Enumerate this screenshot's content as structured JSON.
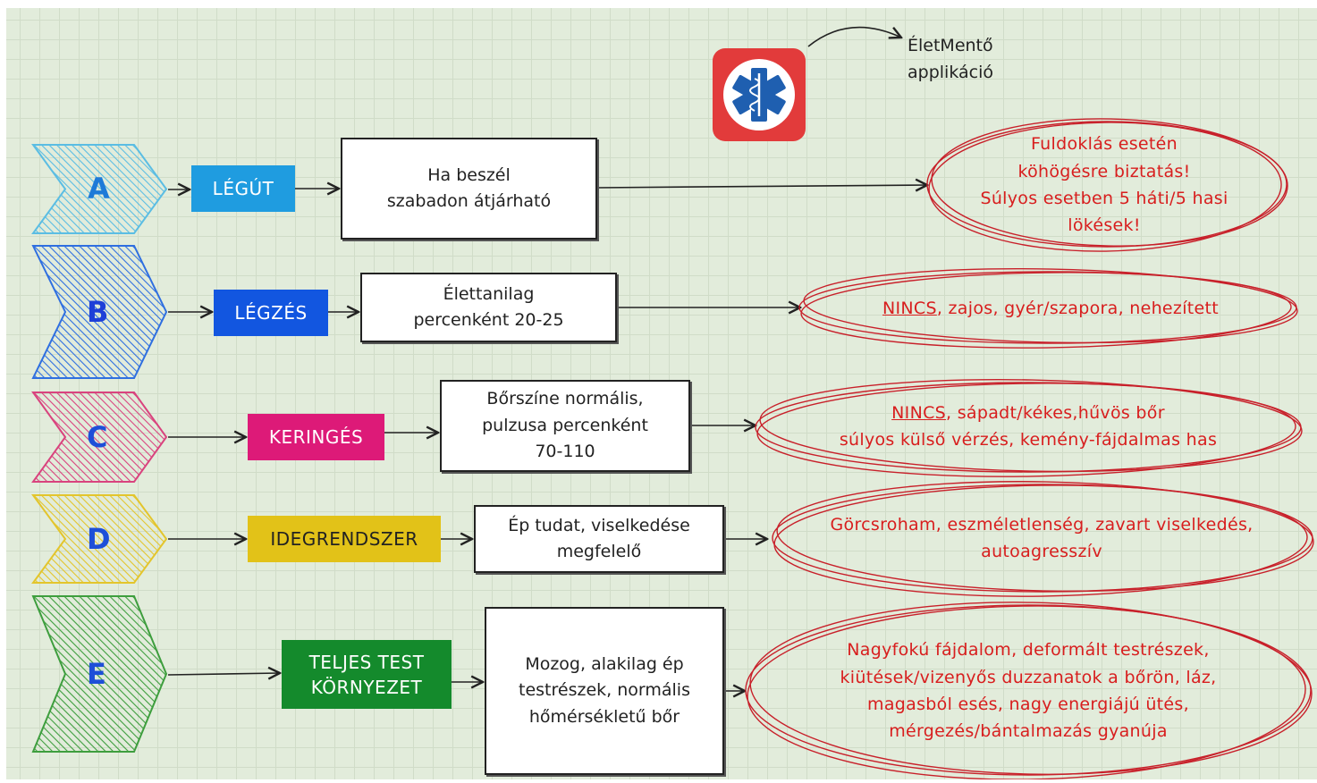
{
  "app": {
    "label_line1": "ÉletMentő",
    "label_line2": "applikáció",
    "logo_icon": "star-of-life-icon",
    "logo_color": "#e23b3b"
  },
  "rows": [
    {
      "id": "a",
      "letter": "A",
      "letter_color": "#1e7ad8",
      "chevron_color": "#5bbde3",
      "category_lines": [
        "LÉGÚT"
      ],
      "category_color": "#1f9ce0",
      "normal_lines": [
        "Ha beszél",
        "szabadon átjárható"
      ],
      "warning_lines": [
        "Fuldoklás esetén",
        "köhögésre biztatás!",
        "Súlyos esetben 5 háti/5 hasi",
        "lökések!"
      ],
      "warning_underlined": ""
    },
    {
      "id": "b",
      "letter": "B",
      "letter_color": "#1e3fd8",
      "chevron_color": "#2f6fe0",
      "category_lines": [
        "LÉGZÉS"
      ],
      "category_color": "#1256e0",
      "normal_lines": [
        "Élettanilag",
        "percenként 20-25"
      ],
      "warning_lines": [
        ", zajos, gyér/szapora, nehezített"
      ],
      "warning_underlined": "NINCS"
    },
    {
      "id": "c",
      "letter": "C",
      "letter_color": "#1e4fd8",
      "chevron_color": "#d9437e",
      "category_lines": [
        "KERINGÉS"
      ],
      "category_color": "#dd1a78",
      "normal_lines": [
        "Bőrszíne normális,",
        "pulzusa percenként",
        "70-110"
      ],
      "warning_lines": [
        ", sápadt/kékes,hűvös bőr",
        "súlyos külső vérzés, kemény-fájdalmas has"
      ],
      "warning_underlined": "NINCS"
    },
    {
      "id": "d",
      "letter": "D",
      "letter_color": "#1e4fd8",
      "chevron_color": "#e3c52c",
      "category_lines": [
        "IDEGRENDSZER"
      ],
      "category_color": "#e2c218",
      "normal_lines": [
        "Ép tudat, viselkedése",
        "megfelelő"
      ],
      "warning_lines": [
        "Görcsroham, eszméletlenség, zavart viselkedés,",
        "autoagresszív"
      ],
      "warning_underlined": ""
    },
    {
      "id": "e",
      "letter": "E",
      "letter_color": "#1e4fd8",
      "chevron_color": "#3e9e3e",
      "category_lines": [
        "TELJES TEST",
        "KÖRNYEZET"
      ],
      "category_color": "#148a2c",
      "normal_lines": [
        "Mozog, alakilag ép",
        "testrészek, normális",
        "hőmérsékletű bőr"
      ],
      "warning_lines": [
        "Nagyfokú fájdalom, deformált testrészek,",
        "kiütések/vizenyős duzzanatok a bőrön, láz,",
        "magasból esés, nagy energiájú ütés,",
        "mérgezés/bántalmazás gyanúja"
      ],
      "warning_underlined": ""
    }
  ]
}
